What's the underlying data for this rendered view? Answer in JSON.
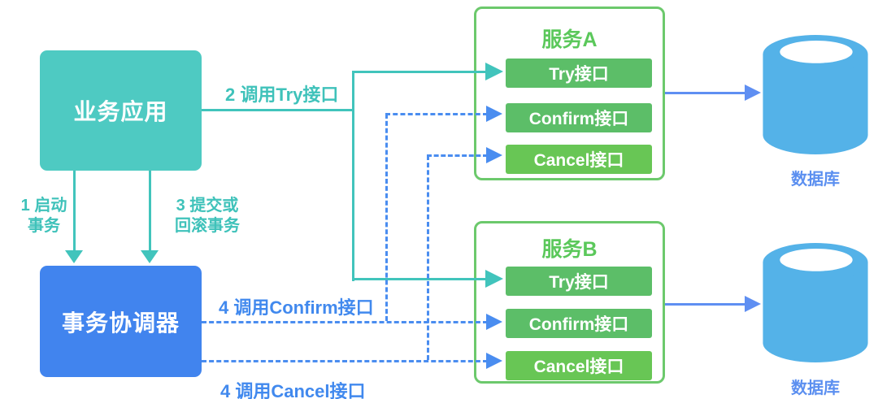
{
  "nodes": {
    "business_app": {
      "label": "业务应用"
    },
    "coordinator": {
      "label": "事务协调器"
    },
    "services": [
      {
        "name": "服务A",
        "buttons": [
          "Try接口",
          "Confirm接口",
          "Cancel接口"
        ]
      },
      {
        "name": "服务B",
        "buttons": [
          "Try接口",
          "Confirm接口",
          "Cancel接口"
        ]
      }
    ],
    "databases": [
      {
        "label": "数据库"
      },
      {
        "label": "数据库"
      }
    ]
  },
  "edges": {
    "start_transaction": {
      "line1": "1 启动",
      "line2": "事务"
    },
    "call_try": {
      "label": "2 调用Try接口"
    },
    "commit_or_rollback": {
      "line1": "3 提交或",
      "line2": "回滚事务"
    },
    "call_confirm": {
      "label": "4 调用Confirm接口"
    },
    "call_cancel": {
      "label": "4 调用Cancel接口"
    }
  },
  "colors": {
    "teal_line": "#41c4bc",
    "teal_fill": "#4ecac2",
    "coordinator_blue": "#4184ee",
    "service_border_green": "#6cc96c",
    "service_title_green": "#5bc85b",
    "button_green": "#5cbe68",
    "button_green_cancel": "#68c655",
    "dashed_blue": "#4a8df0",
    "db_arrow_blue": "#5f8ff2",
    "db_fill_blue": "#54b2e8",
    "db_label_blue": "#5b8ff0"
  }
}
